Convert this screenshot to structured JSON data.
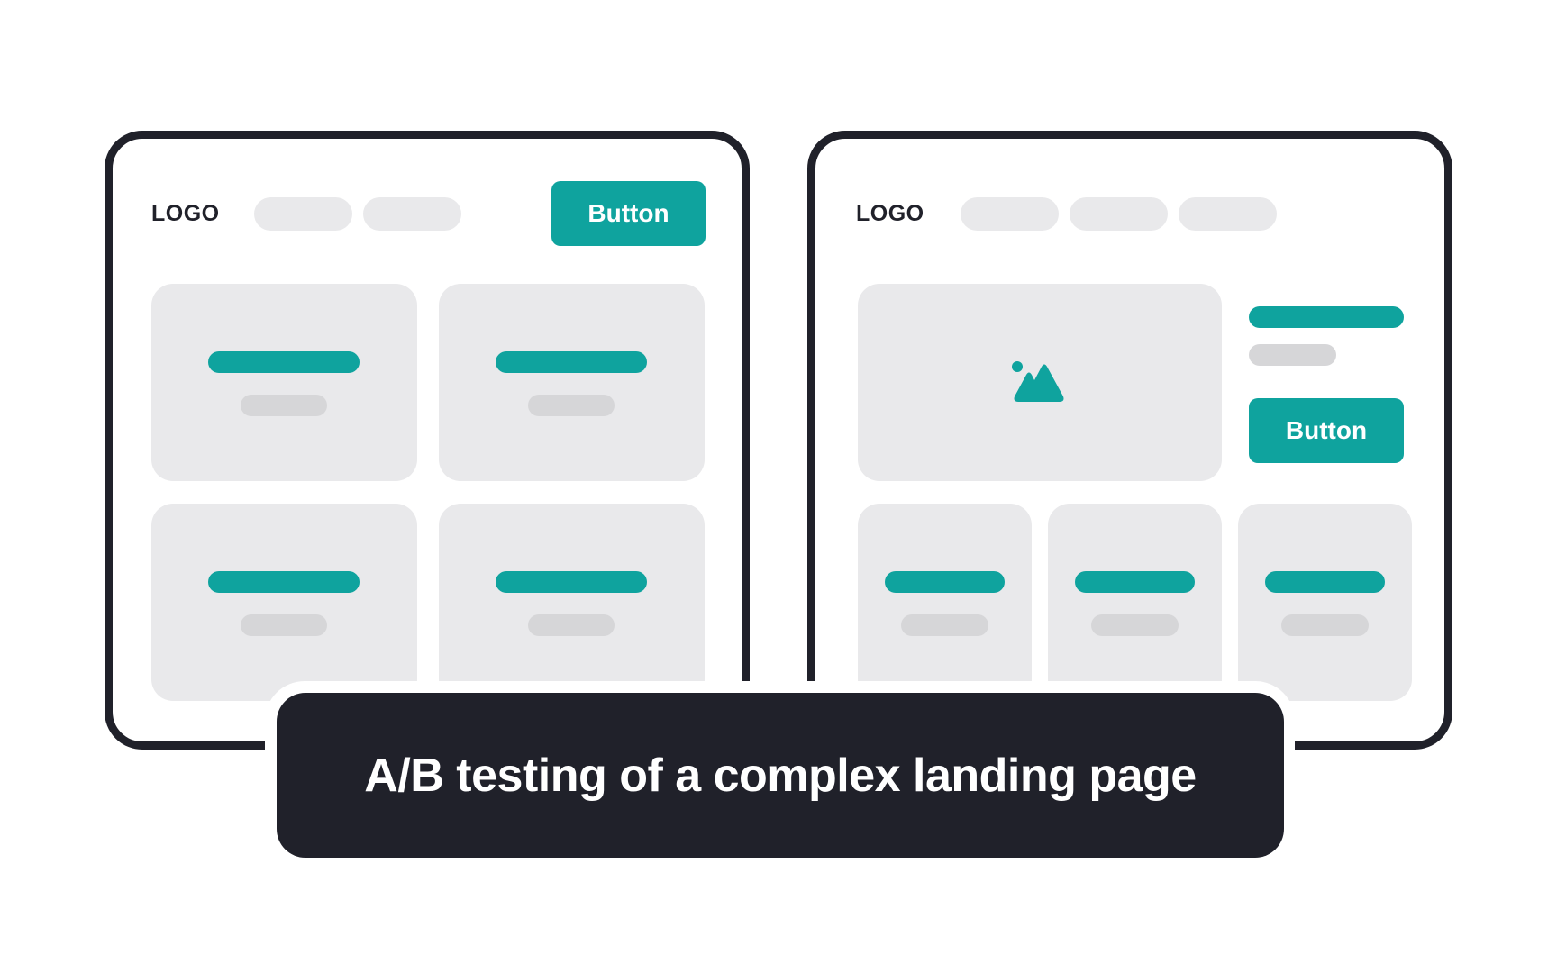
{
  "variant_a": {
    "logo": "LOGO",
    "nav_pills": 2,
    "header_button": "Button",
    "cards": [
      {
        "title_bar": "teal",
        "subtitle_bar": "gray"
      },
      {
        "title_bar": "teal",
        "subtitle_bar": "gray"
      },
      {
        "title_bar": "teal",
        "subtitle_bar": "gray"
      },
      {
        "title_bar": "teal",
        "subtitle_bar": "gray"
      }
    ]
  },
  "variant_b": {
    "logo": "LOGO",
    "nav_pills": 3,
    "hero_icon": "image-icon",
    "hero_button": "Button",
    "cards": [
      {
        "title_bar": "teal",
        "subtitle_bar": "gray"
      },
      {
        "title_bar": "teal",
        "subtitle_bar": "gray"
      },
      {
        "title_bar": "teal",
        "subtitle_bar": "gray"
      }
    ]
  },
  "banner": {
    "title": "A/B testing of a complex landing page"
  },
  "colors": {
    "accent": "#0fa39e",
    "frame": "#20212a",
    "card": "#e9e9eb",
    "placeholder": "#d6d6d8",
    "banner_bg": "#20212a",
    "banner_text": "#ffffff"
  }
}
